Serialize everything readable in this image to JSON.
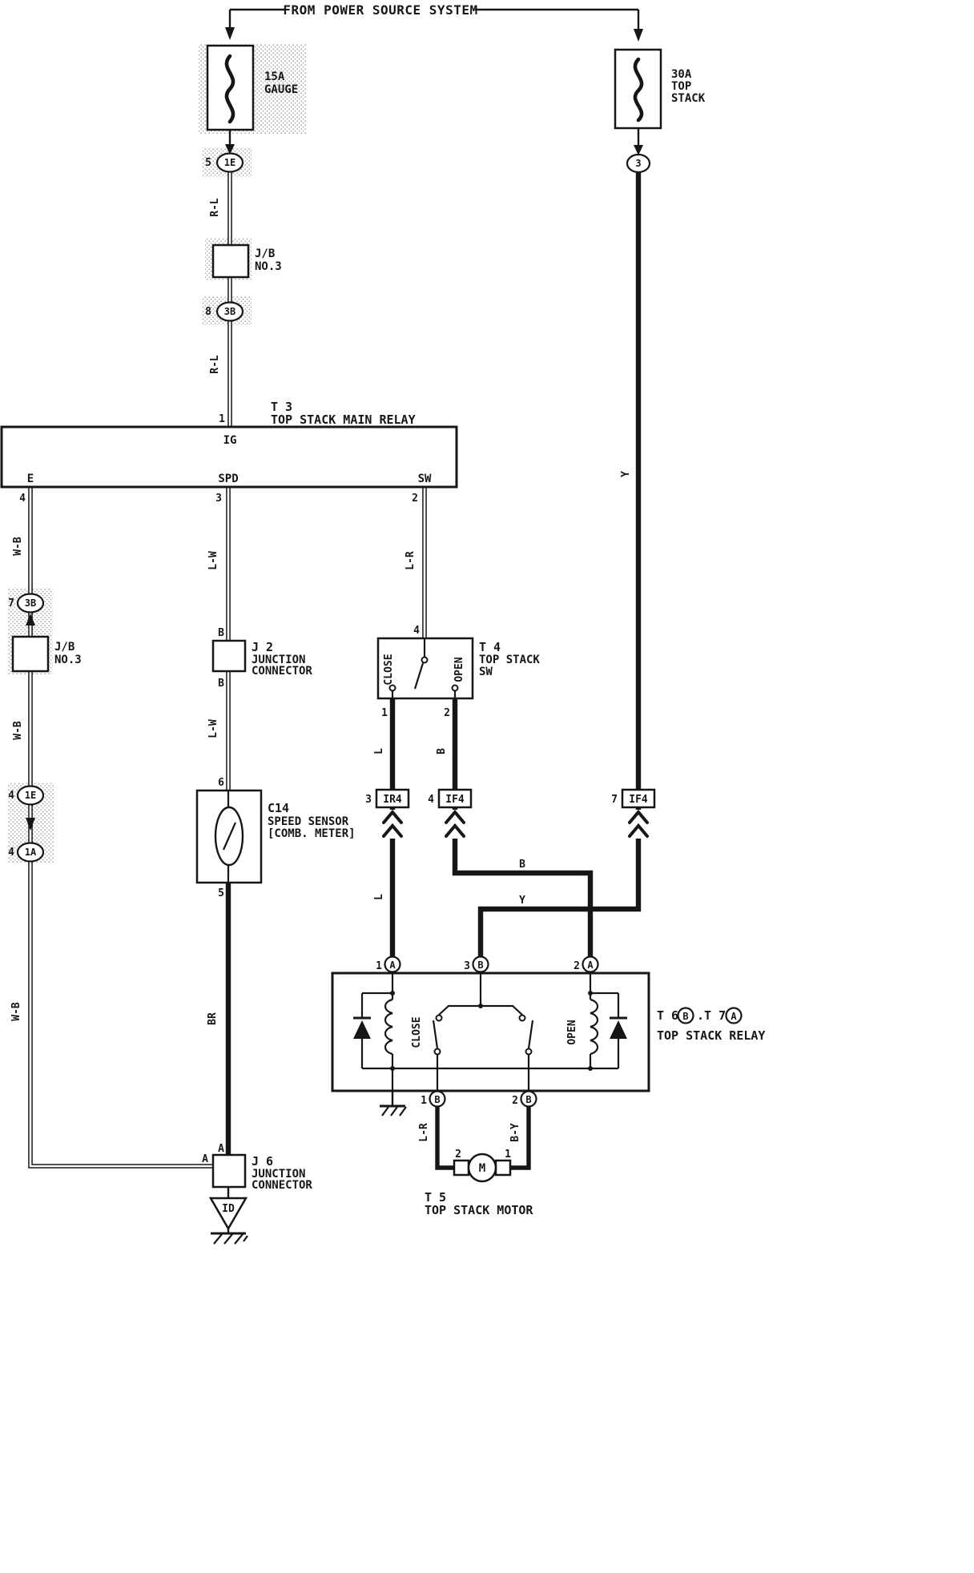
{
  "header": {
    "title": "FROM POWER SOURCE SYSTEM"
  },
  "fuse_gauge": {
    "rating": "15A",
    "name": "GAUGE"
  },
  "fuse_top_stack": {
    "rating": "30A",
    "name1": "TOP",
    "name2": "STACK"
  },
  "jb_no3": {
    "line1": "J/B",
    "line2": "NO.3"
  },
  "connectors": {
    "gauge_out": {
      "pin": "5",
      "code": "1E"
    },
    "jb_out": {
      "pin": "8",
      "code": "3B"
    },
    "top_stack_out": {
      "code": "3"
    },
    "e_upper": {
      "pin": "7",
      "code": "3B"
    },
    "e_mid1": {
      "pin": "4",
      "code": "1E"
    },
    "e_mid2": {
      "pin": "4",
      "code": "1A"
    },
    "ir4": {
      "pin": "3",
      "code": "IR4"
    },
    "if4_sw": {
      "pin": "4",
      "code": "IF4"
    },
    "if4_power": {
      "pin": "7",
      "code": "IF4"
    }
  },
  "t3": {
    "code": "T 3",
    "name": "TOP STACK MAIN RELAY",
    "pin_in": "1",
    "ig": "IG",
    "e": "E",
    "spd": "SPD",
    "sw": "SW",
    "pin_e": "4",
    "pin_spd": "3",
    "pin_sw": "2"
  },
  "j2": {
    "code": "J 2",
    "line1": "JUNCTION",
    "line2": "CONNECTOR",
    "pin_top": "B",
    "pin_bottom": "B"
  },
  "c14": {
    "code": "C14",
    "line1": "SPEED SENSOR",
    "line2": "[COMB. METER]",
    "pin_top": "6",
    "pin_bottom": "5"
  },
  "t4": {
    "code": "T 4",
    "line1": "TOP STACK",
    "line2": "SW",
    "close": "CLOSE",
    "open": "OPEN",
    "pin_top": "4",
    "pin_close": "1",
    "pin_open": "2"
  },
  "t67": {
    "t6": "T 6",
    "t6_pin": "B",
    "t7": ".T 7",
    "t7_pin": "A",
    "name": "TOP STACK RELAY",
    "close": "CLOSE",
    "open": "OPEN",
    "top_pin1": "1",
    "top_pin1_code": "A",
    "top_pin3": "3",
    "top_pin3_code": "B",
    "top_pin2": "2",
    "top_pin2_code": "A",
    "bot_pin1": "1",
    "bot_pin1_code": "B",
    "bot_pin2": "2",
    "bot_pin2_code": "B"
  },
  "j6": {
    "code": "J 6",
    "line1": "JUNCTION",
    "line2": "CONNECTOR",
    "pin_top": "A",
    "pin_left": "A"
  },
  "ground": {
    "code": "ID"
  },
  "t5": {
    "code": "T 5",
    "name": "TOP STACK MOTOR",
    "symbol": "M",
    "pin_left": "2",
    "pin_right": "1"
  },
  "wire_labels": {
    "rl": "R-L",
    "wb": "W-B",
    "lw": "L-W",
    "lr": "L-R",
    "l": "L",
    "b": "B",
    "y": "Y",
    "br": "BR",
    "by": "B-Y"
  }
}
